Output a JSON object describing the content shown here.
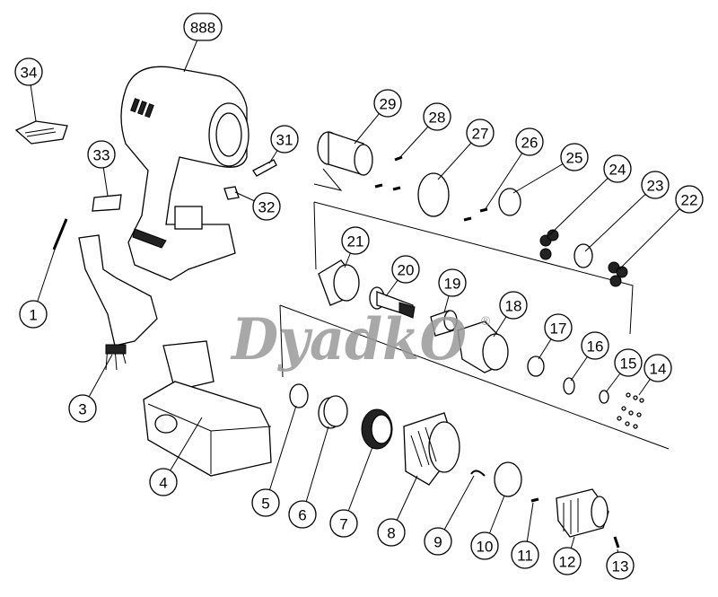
{
  "diagram": {
    "watermark": "DyadkO",
    "watermark_mark": "®",
    "callouts": [
      "888",
      "34",
      "33",
      "31",
      "32",
      "29",
      "28",
      "27",
      "26",
      "25",
      "24",
      "23",
      "22",
      "21",
      "20",
      "19",
      "18",
      "17",
      "16",
      "15",
      "14",
      "1",
      "3",
      "4",
      "5",
      "6",
      "7",
      "8",
      "9",
      "10",
      "11",
      "12",
      "13"
    ]
  }
}
